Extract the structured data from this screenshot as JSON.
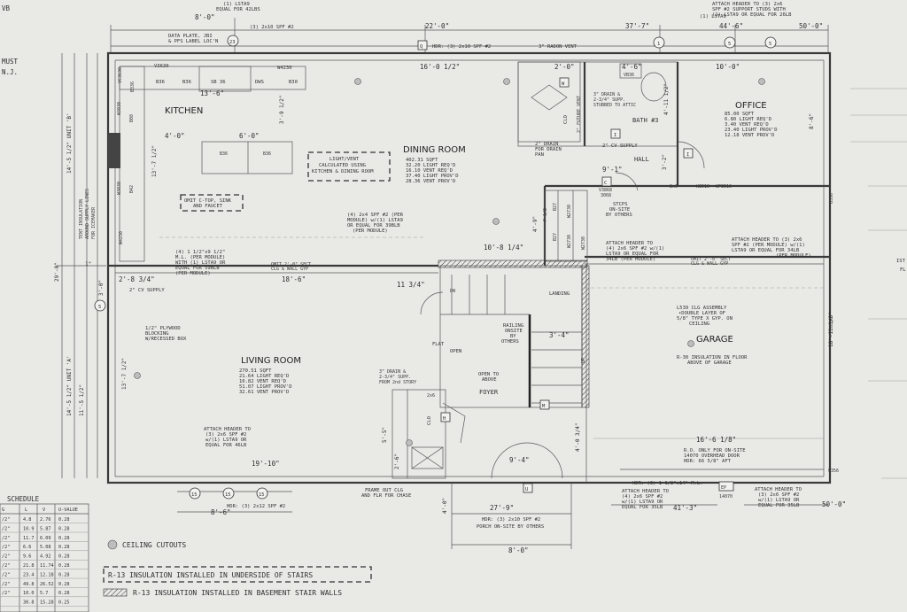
{
  "corner_labels": {
    "top_left": "VB",
    "left_a": "MUST",
    "left_b": "N.J.",
    "right_edge_1": "IST",
    "right_edge_2": "FL"
  },
  "rooms": {
    "kitchen": "KITCHEN",
    "dining": {
      "title": "DINING ROOM",
      "lines": [
        "402.31 SQFT",
        "32.20 LIGHT REQ'D",
        "16.10 VENT REQ'D",
        "37.40 LIGHT PROV'D",
        "28.36 VENT PROV'D"
      ]
    },
    "office": {
      "title": "OFFICE",
      "lines": [
        "85.00 SQFT",
        "6.80 LIGHT REQ'D",
        "3.40 VENT REQ'D",
        "23.40 LIGHT PROV'D",
        "12.18 VENT PROV'D"
      ]
    },
    "living": {
      "title": "LIVING ROOM",
      "lines": [
        "270.51 SQFT",
        "21.64 LIGHT REQ'D",
        "10.82 VENT REQ'D",
        "51.07 LIGHT PROV'D",
        "32.61 VENT PROV'D"
      ]
    },
    "garage": "GARAGE",
    "bath": "BATH #3",
    "hall": "HALL",
    "foyer": "FOYER",
    "landing": "LANDING",
    "clo_a": "CLO",
    "clo_b": "CLO"
  },
  "notes": {
    "light_vent": [
      "LIGHT/VENT",
      "CALCULATED USING",
      "KITCHEN & DINING ROOM"
    ],
    "omit_sink": [
      "OMIT C-TOP, SINK",
      "AND FAUCET"
    ],
    "garage_clg": [
      "L539 CLG ASSEMBLY",
      "•DOUBLE LAYER OF",
      "5/8\" TYPE X GYP. ON",
      "CEILING"
    ],
    "garage_insul": [
      "R-30 INSULATION IN FLOOR",
      "ABOVE OF GARAGE"
    ],
    "plywood": [
      "1/2\" PLYWOOD",
      "BLOCKING",
      "W/RECESSED BOX"
    ],
    "cv_supply": "2\" CV SUPPLY",
    "cv_supply_hall": "2\" CV SUPPLY",
    "drain_hall": [
      "2\" DRAIN",
      "FOR DRAIN",
      "PAN"
    ],
    "drain_bath": [
      "3\" DRAIN &",
      "2-3/4\" SUPP.",
      "STUBBED TO ATTIC"
    ],
    "future_vent": "2\" FUTURE VENT",
    "radon": "3\" RADON VENT",
    "stairs_onsite": [
      "STCPS",
      "ON-SITE",
      "BY OTHERS"
    ],
    "railing": [
      "RAILING",
      "ONSITE",
      "BY",
      "OTHERS"
    ],
    "open_above": [
      "OPEN TO",
      "ABOVE"
    ],
    "flat": "FLAT",
    "open": "OPEN",
    "drain_living": [
      "3\" DRAIN &",
      "2-3/4\" SUPP.",
      "FROM 2nd STORY"
    ],
    "frame_out": [
      "FRAME OUT CLG",
      "AND FLR FOR CHASE"
    ],
    "porch": [
      "HDR: (3) 2x10 SPF #2",
      "PORCH ON-SITE BY OTHERS"
    ],
    "overhead": [
      "R.O. ONLY FOR ON-SITE",
      "14070 OVERHEAD DOOR",
      "HDR: 66 5/8\" AFT"
    ],
    "module_left": [
      "(4) 1 1/2\"x9 1/2\"",
      "M.L. (PER MODULE)",
      "WITH (1) LSTA9 OR",
      "EQUAL FOR 59BLB",
      "(PER MODULE)"
    ],
    "module_center": [
      "(4) 2x4 SPF #2 (PER",
      "MODULE) w/(1) LSTA9",
      "OR EQUAL FOR 39BLB",
      "(PER MODULE)"
    ],
    "attach_garage_l": [
      "ATTACH HEADER TO",
      "(4) 2x6 SPF #2 w/(1)",
      "LSTA9 OR EQUAL FOR",
      "34LB (PER MODULE)"
    ],
    "attach_garage_r": [
      "ATTACH HEADER TO (3) 2x6",
      "SPF #2 (PER MODULE) w/(1)",
      "LSTA9 OR EQUAL FOR 34LB",
      "(PER MODULE)"
    ],
    "attach_living": [
      "ATTACH HEADER TO",
      "(3) 2x6 SPF #2",
      "w/(1) LSTA9 OR",
      "EQUAL FOR 46LB"
    ],
    "attach_bottom_c": [
      "ATTACH HEADER TO",
      "(4) 2x6 SPF #2",
      "w/(1) LSTA9 OR",
      "EQUAL FOR 35LB"
    ],
    "attach_bottom_r": [
      "ATTACH HEADER TO",
      "(3) 2x6 SPF #2",
      "w/(1) LSTA9 OR",
      "EQUAL FOR 35LB"
    ],
    "top_header_l": [
      "(1) LSTA9",
      "EQUAL FOR 42LBS"
    ],
    "top_header_r": [
      "ATTACH HEADER TO (3) 2x6",
      "SPF #2 SUPPORT STUDS WITH",
      "(1) LSTA9 OR EQUAL FOR 26LB"
    ],
    "data_plate": [
      "DATA PLATE, JBI",
      "& PFS LABEL LOC'N"
    ],
    "insulation_tent": [
      "TENT INSULATION",
      "AROUND SUPPLY LINES",
      "FOR ICEMAKER"
    ],
    "omit_gyp_l": [
      "OMIT 2'-0\" SECT",
      "CLG & WALL GYP"
    ],
    "omit_gyp_r": [
      "OMIT 2'-0\" SECT",
      "CLG & WALL GYP"
    ]
  },
  "headers": {
    "top_kitchen": "(3) 2x10 SPF #2",
    "top_dining": "HDR: (3) 2x10 SPF #2",
    "living_bottom": "HDR: (3) 2x12 SPF #2",
    "garage_bottom": "HDR: (3) 1 1/2\"x14\" M.L.",
    "lsta": "(1) LSTA9"
  },
  "windows": [
    "V3630",
    "B36",
    "W4230",
    "B36",
    "DWS",
    "B30",
    "VC3630",
    "B336",
    "W3030",
    "B08",
    "W3030",
    "B42",
    "W4230",
    "B27",
    "W2730",
    "B27",
    "W2730",
    "F-1/2",
    "W2730",
    "VB36",
    "W3510",
    "V3868",
    "B36",
    "B36",
    "SB 36"
  ],
  "dimensions": {
    "top_8_0": "8'-0\"",
    "top_22_0": "22'-0\"",
    "top_37_7": "37'-7\"",
    "top_44_6": "44'-6\"",
    "top_50_0": "50'-0\"",
    "d16_0_12": "16'-0 1/2\"",
    "d13_6": "13'-6\"",
    "d2_0": "2'-0\"",
    "d4_6": "4'-6\"",
    "d10_0": "10'-0\"",
    "d4_11_12": "4'-11 1/2\"",
    "d8_6": "8'-6\"",
    "d4_0": "4'-0\"",
    "d6_0": "6'-0\"",
    "d3_9_12": "3'-9 1/2\"",
    "d13_7_12": "13'-7 1/2\"",
    "d9_1": "9'-1\"",
    "d3_2": "3'-2\"",
    "d4_9": "4'-9\"",
    "d10_8_14": "10'-8 1/4\"",
    "d2_8_34": "2'-8 3/4\"",
    "d18_6": "18'-6\"",
    "d11_34": "11 3/4\"",
    "d3_4": "3'-4\"",
    "d18_11_18": "18'-11 1/8\"",
    "d13_7_12b": "13'-7 1/2\"",
    "d5_5": "5'-5\"",
    "d2_6": "2'-6\"",
    "d19_10": "19'-10\"",
    "d9_4": "9'-4\"",
    "d4_0_34": "4'-0 3/4\"",
    "d16_6_18": "16'-6 1/8\"",
    "d8_6b": "8'-6\"",
    "d27_9": "27'-9\"",
    "d8_0b": "8'-0\"",
    "d41_3": "41'-3\"",
    "d50_0b": "50'-0\"",
    "d4_0b": "4'-0\"",
    "d3_0": "3'-0\"",
    "d29_0": "29'-0\"",
    "v14_5_a": "14'-5 1/2\" UNIT 'B'",
    "v14_5_b": "14'-5 1/2\" UNIT 'A'",
    "v11_5": "11'-5 1/2\"",
    "v1": "1\""
  },
  "tags": {
    "c23": "23",
    "c1": "1",
    "c5a": "5",
    "c5b": "5",
    "c15a": "15",
    "c15b": "15",
    "c15c": "15",
    "c5d": "5",
    "u": "U",
    "q": "Q",
    "c": "C",
    "w": "W",
    "h": "H",
    "m": "M",
    "i1": "I",
    "i2": "I",
    "ep": "EP",
    "ep2": "14070"
  },
  "sizes": {
    "wp3510": "WP3510",
    "s2x6": "2x6",
    "s3068": "3068",
    "u356a": "U356",
    "u356b": "U356",
    "u356c": "U356",
    "dn": "DN",
    "up": "UP",
    "s2x6b": "2x6"
  },
  "schedule": {
    "title": "SCHEDULE",
    "headers": [
      "G",
      "L",
      "V",
      "U-VALUE"
    ],
    "rows": [
      [
        "/2\"",
        "4.8",
        "2.76",
        "0.28"
      ],
      [
        "/2\"",
        "10.9",
        "5.87",
        "0.28"
      ],
      [
        "/2\"",
        "11.7",
        "6.09",
        "0.28"
      ],
      [
        "/2\"",
        "6.6",
        "5.08",
        "0.28"
      ],
      [
        "/2\"",
        "9.6",
        "4.92",
        "0.28"
      ],
      [
        "/2\"",
        "21.8",
        "11.74",
        "0.28"
      ],
      [
        "/2\"",
        "23.4",
        "12.18",
        "0.28"
      ],
      [
        "/2\"",
        "49.8",
        "26.52",
        "0.28"
      ],
      [
        "/2\"",
        "10.0",
        "5.7",
        "0.28"
      ],
      [
        "",
        "30.8",
        "15.28",
        "0.25"
      ]
    ]
  },
  "legend": {
    "cutouts": "CEILING CUTOUTS",
    "r13_stairs": "R-13 INSULATION INSTALLED IN UNDERSIDE OF STAIRS",
    "r13_basement": "R-13 INSULATION INSTALLED IN BASEMENT STAIR WALLS"
  }
}
